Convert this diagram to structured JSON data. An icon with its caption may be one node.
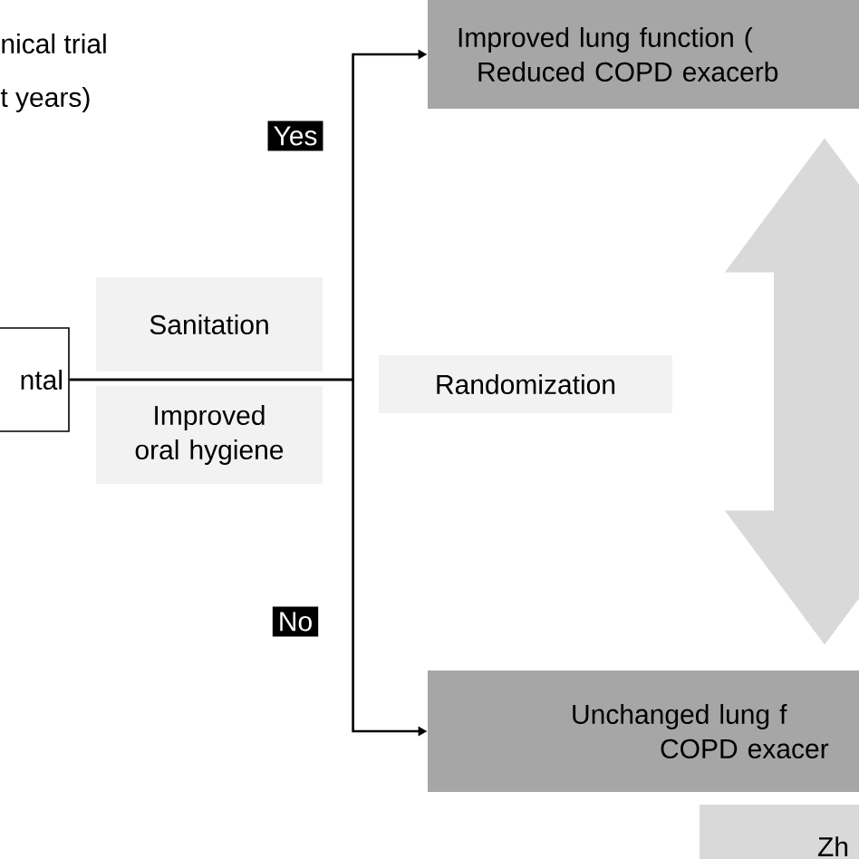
{
  "diagram": {
    "nodes": [
      {
        "text": [
          "ntal"
        ]
      },
      {
        "text": [
          "Sanitation"
        ]
      },
      {
        "text": [
          "Improved oral hygiene"
        ]
      },
      {
        "text": [
          "Randomization"
        ]
      },
      {
        "text": [
          "Improved lung function (",
          "Reduced COPD exacerb"
        ]
      },
      {
        "text": [
          "Unchanged lung f",
          "COPD exacer"
        ]
      },
      {
        "text": [
          "Zh"
        ]
      }
    ],
    "edges": [
      {
        "from": 0,
        "to": 4,
        "arrow": "to",
        "label": "Yes"
      },
      {
        "from": 0,
        "to": 5,
        "arrow": "to",
        "label": "No"
      },
      {
        "from": 5,
        "to": 4,
        "arrow": "both",
        "style": "thick",
        "color": "#d9d9d9"
      }
    ],
    "labels": [
      "nical trial",
      "t years)"
    ]
  }
}
